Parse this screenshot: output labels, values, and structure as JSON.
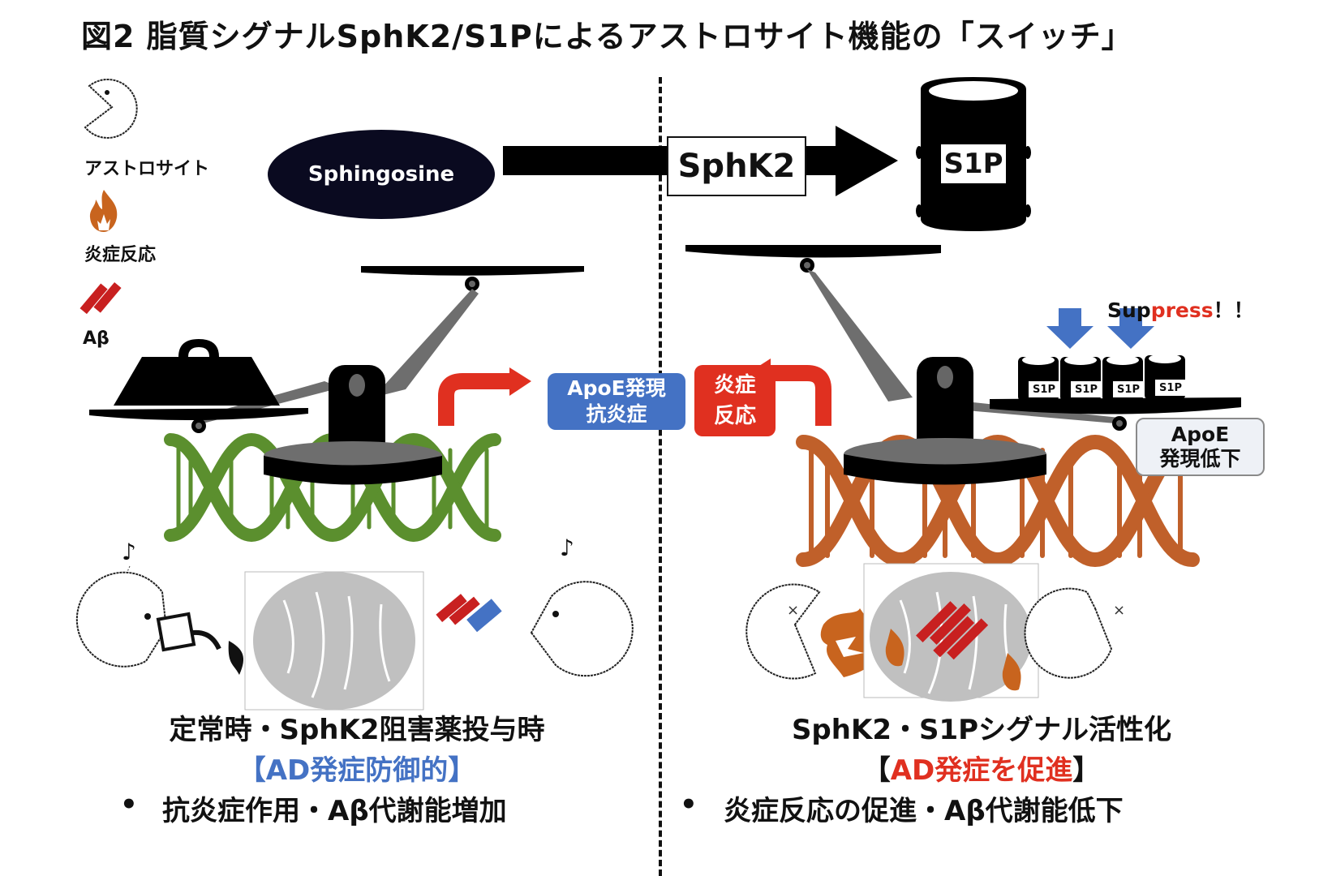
{
  "title": "図2 脂質シグナルSphK2/S1Pによるアストロサイト機能の「スイッチ」",
  "legend": {
    "items": [
      {
        "icon": "astrocyte-pacman-icon",
        "label": "アストロサイト"
      },
      {
        "icon": "flame-icon",
        "label": "炎症反応"
      },
      {
        "icon": "amyloid-beta-icon",
        "label": "Aβ"
      }
    ]
  },
  "pathway": {
    "substrate": "Sphingosine",
    "enzyme": "SphK2",
    "product": "S1P"
  },
  "left_panel": {
    "output_box": {
      "line1": "ApoE発現",
      "line2": "抗炎症"
    },
    "colors": {
      "dna": "#5b8f2e",
      "box": "#4472c4"
    },
    "caption": {
      "line1": "定常時・SphK2阻害薬投与時",
      "line2": "【AD発症防御的】",
      "bullet": "•",
      "line3": "抗炎症作用・Aβ代謝能増加"
    }
  },
  "right_panel": {
    "output_box": {
      "line1": "炎症",
      "line2": "反応"
    },
    "suppress_label": {
      "prefix": "Sup",
      "highlight": "press",
      "suffix": "！！"
    },
    "barrel_labels": [
      "S1P",
      "S1P",
      "S1P",
      "S1P"
    ],
    "apoe_box": {
      "line1": "ApoE",
      "line2": "発現低下"
    },
    "colors": {
      "dna": "#c0602a",
      "box": "#e03020"
    },
    "caption": {
      "line1": "SphK2・S1Pシグナル活性化",
      "line2_open": "【",
      "line2_text": "AD発症を促進",
      "line2_close": "】",
      "bullet": "•",
      "line3": "炎症反応の促進・Aβ代謝能低下"
    }
  },
  "colors": {
    "accent_blue": "#4472c4",
    "accent_red": "#e03020",
    "flame_orange": "#c8641e",
    "brain_gray": "#c0c0c0"
  }
}
